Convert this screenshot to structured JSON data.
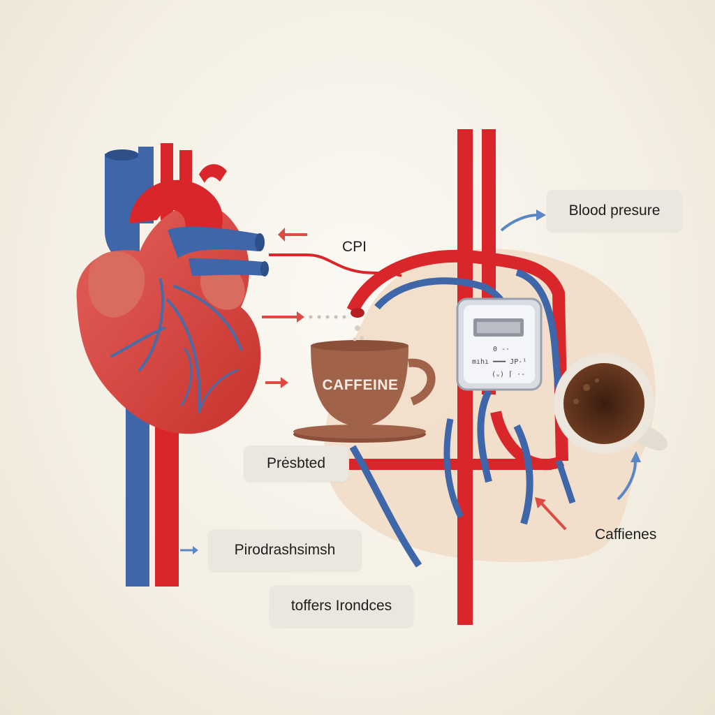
{
  "labels": {
    "blood_pressure": "Blood presure",
    "cpi": "CPI",
    "prebted": "Prėsbted",
    "pirodrashsimsh": "Pirodrashsimsh",
    "toffers": "toffers Irondces",
    "caffienes": "Caffienes"
  },
  "cup_label": "CAFFEINE",
  "meter": {
    "line1": "0 -·",
    "line2": "mıhı ━━━ JP-¹",
    "line3": "(ᵤ) ⌈ ·-"
  },
  "colors": {
    "artery": "#d8262a",
    "vein": "#3e66a8",
    "heart": "#d9534c",
    "cup": "#a0634a",
    "arrow_red": "#de4a44",
    "arrow_blue": "#5a86c4",
    "blob": "#f1ddc8"
  }
}
